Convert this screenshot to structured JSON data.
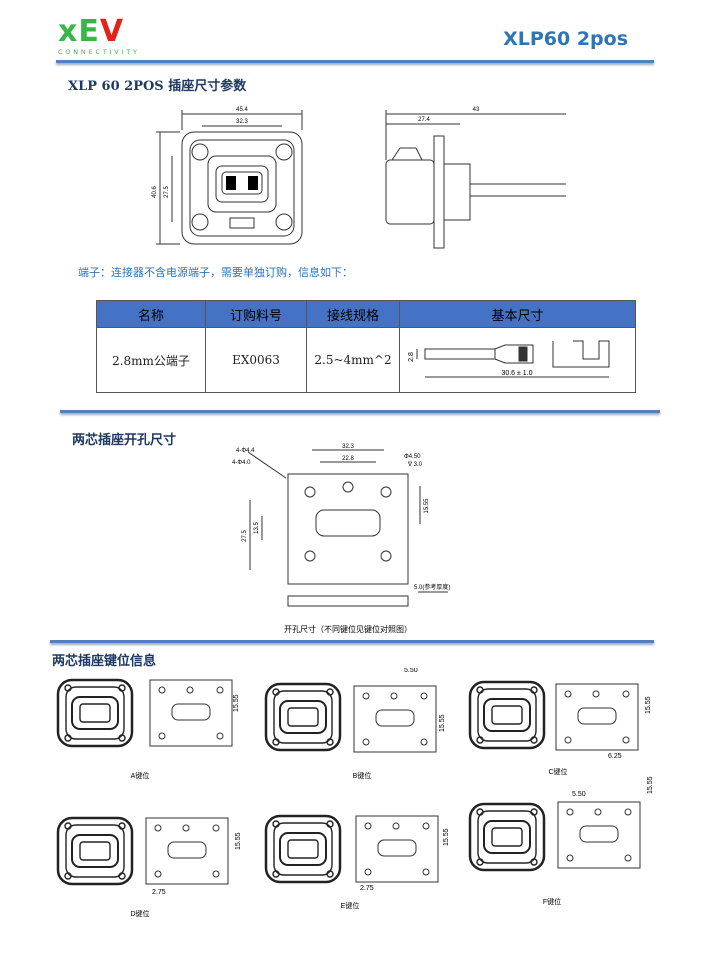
{
  "logo": {
    "letter_x": "x",
    "letter_e": "E",
    "letter_v": "V",
    "tagline": "CONNECTIVITY"
  },
  "doc_title": "XLP60 2pos",
  "sections": {
    "socket_dims": "XLP 60 2POS 插座尺寸参数",
    "cutout": "两芯插座开孔尺寸",
    "keying": "两芯插座键位信息"
  },
  "drawing1": {
    "front_w": "45.4",
    "front_inner": "32.3",
    "front_h": "40.6",
    "front_inner_h": "27.5",
    "side_total": "43",
    "side_inner": "27.4"
  },
  "terminal_note": "端子：连接器不含电源端子，需要单独订购，信息如下：",
  "table": {
    "headers": [
      "名称",
      "订购料号",
      "接线规格",
      "基本尺寸"
    ],
    "row": {
      "name": "2.8mm公端子",
      "part": "EX0063",
      "wire": "2.5~4mm^2"
    },
    "term_h": "2.8",
    "term_len": "30.6 ± 1.0"
  },
  "cutout_dims": {
    "hole_dia": "4-Φ4.4",
    "hole_dia2": "4-Φ4.0",
    "w_outer": "32.3",
    "w_inner": "22.8",
    "pin_dia": "Φ4.50",
    "pin_depth": "∇ 3.0",
    "h_outer": "27.5",
    "h_inner": "13.5",
    "h_right": "15.55",
    "thickness": "5.0(参考厚度)",
    "caption": "开孔尺寸（不同键位见键位对照图）"
  },
  "keys": {
    "a": "A键位",
    "b": "B键位",
    "c": "C键位",
    "d": "D键位",
    "e": "E键位",
    "f": "F键位",
    "d550": "5.50",
    "d1555": "15.55",
    "d275": "2.75",
    "d625": "6.25"
  },
  "colors": {
    "accent": "#4472c4",
    "title_blue": "#2e75b6",
    "logo_green": "#39b54a",
    "logo_red": "#e2231a"
  }
}
